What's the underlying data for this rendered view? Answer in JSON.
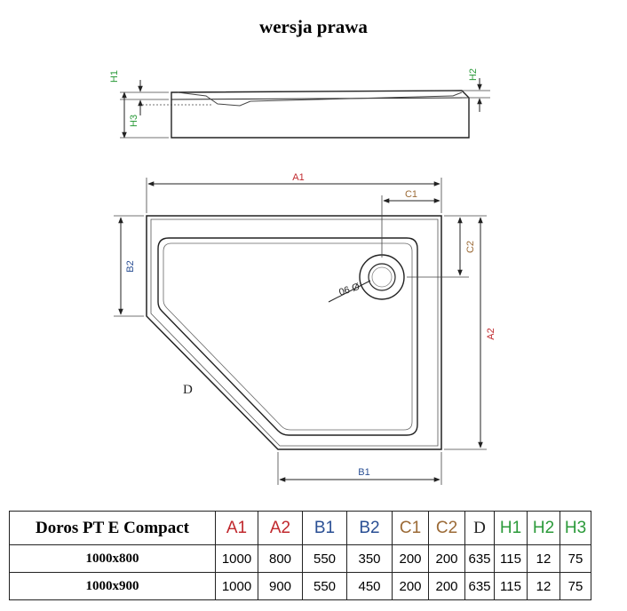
{
  "title": "wersja prawa",
  "colors": {
    "red": "#c0282d",
    "blue": "#2a4f94",
    "brown": "#9b6a36",
    "green": "#2b9a3a",
    "black": "#222222"
  },
  "labels": {
    "h1": "H1",
    "h2": "H2",
    "h3": "H3",
    "a1": "A1",
    "a2": "A2",
    "b1": "B1",
    "b2": "B2",
    "c1": "C1",
    "c2": "C2",
    "d": "D",
    "drain": "Ø 90"
  },
  "table": {
    "model": "Doros PT E Compact",
    "columns": [
      "A1",
      "A2",
      "B1",
      "B2",
      "C1",
      "C2",
      "D",
      "H1",
      "H2",
      "H3"
    ],
    "rows": [
      {
        "size": "1000x800",
        "values": [
          "1000",
          "800",
          "550",
          "350",
          "200",
          "200",
          "635",
          "115",
          "12",
          "75"
        ]
      },
      {
        "size": "1000x900",
        "values": [
          "1000",
          "900",
          "550",
          "450",
          "200",
          "200",
          "635",
          "115",
          "12",
          "75"
        ]
      }
    ]
  }
}
